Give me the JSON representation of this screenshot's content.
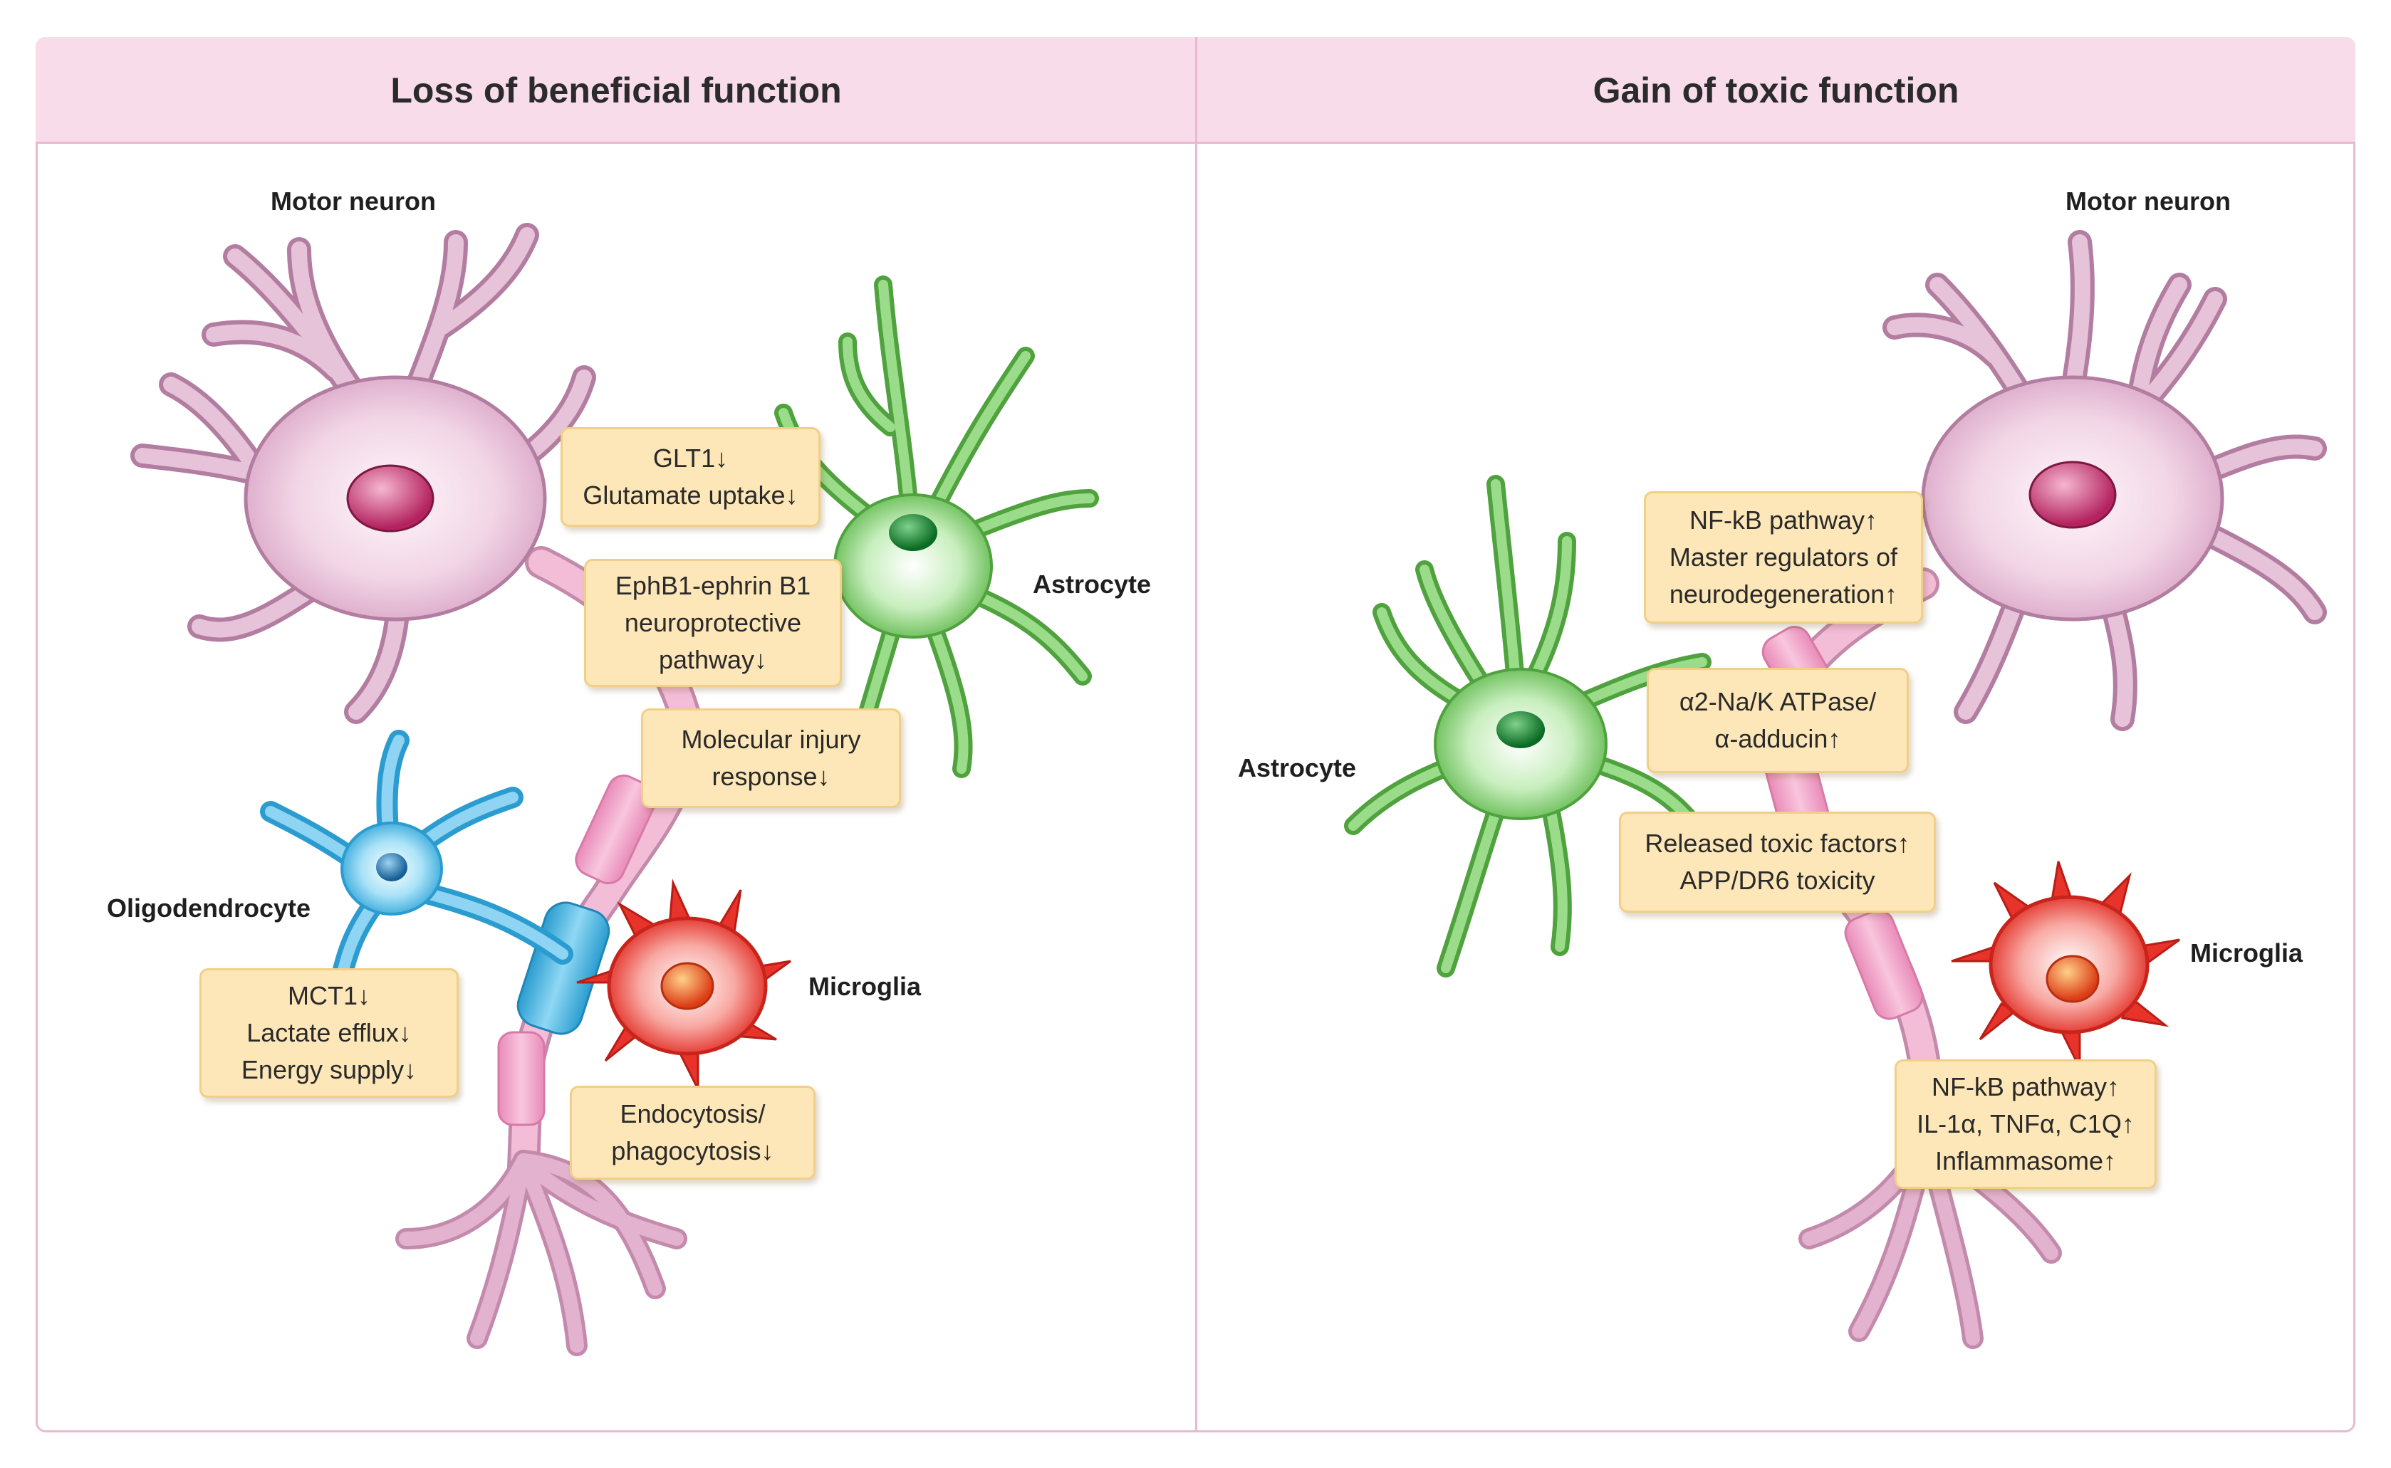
{
  "panels": {
    "left_title": "Loss of beneficial function",
    "right_title": "Gain of toxic function"
  },
  "labels": {
    "left_motor_neuron": "Motor neuron",
    "left_astrocyte": "Astrocyte",
    "left_oligodendrocyte": "Oligodendrocyte",
    "left_microglia": "Microglia",
    "right_motor_neuron": "Motor neuron",
    "right_astrocyte": "Astrocyte",
    "right_microglia": "Microglia"
  },
  "boxes": {
    "glt1": [
      "GLT1↓",
      "Glutamate uptake↓"
    ],
    "ephb1": [
      "EphB1-ephrin B1",
      "neuroprotective",
      "pathway↓"
    ],
    "molecular": [
      "Molecular injury",
      "response↓"
    ],
    "mct1": [
      "MCT1↓",
      "Lactate efflux↓",
      "Energy supply↓"
    ],
    "endocytosis": [
      "Endocytosis/",
      "phagocytosis↓"
    ],
    "nfkb_master": [
      "NF-kB pathway↑",
      "Master regulators of",
      "neurodegeneration↑"
    ],
    "alpha2": [
      "α2-Na/K ATPase/",
      "α-adducin↑"
    ],
    "released": [
      "Released toxic factors↑",
      "APP/DR6 toxicity"
    ],
    "microglia_right": [
      "NF-kB pathway↑",
      "IL-1α, TNFα, C1Q↑",
      "Inflammasome↑"
    ]
  },
  "colors": {
    "neuron": "#d9a5c6",
    "neuron_outline": "#b27da0",
    "nucleus_neuron": "#c0306e",
    "astrocyte": "#6cc25a",
    "nucleus_astrocyte": "#0f7a2a",
    "oligodendrocyte": "#3fb3e0",
    "nucleus_oligo": "#1b6fa8",
    "microglia": "#e8332a",
    "nucleus_microglia": "#e1541d",
    "axon": "#f2a3c8",
    "box_fill": "#fde7b8",
    "header_fill": "#f8dcea"
  }
}
